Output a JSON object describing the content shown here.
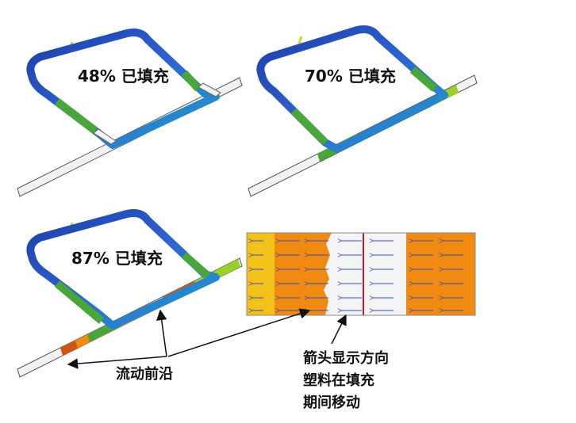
{
  "panels": [
    {
      "label": "48% 已填充",
      "fill_fraction": 0.48
    },
    {
      "label": "70% 已填充",
      "fill_fraction": 0.7
    },
    {
      "label": "87% 已填充",
      "fill_fraction": 0.87
    }
  ],
  "annotations": {
    "flow_front": "流动前沿",
    "arrow_line1": "箭头显示方向",
    "arrow_line2": "塑料在填充",
    "arrow_line3": "期间移动"
  },
  "colors": {
    "deep_blue": "#1b3fa8",
    "blue": "#2f62d2",
    "cyan": "#1ea7c8",
    "green": "#4aa63a",
    "yellow_green": "#9bcf2a",
    "yellow": "#f2c21a",
    "orange": "#f08a10",
    "red_orange": "#d0551a",
    "unfilled": "#f2f2f2",
    "outline": "#555555",
    "flow_arrow": "#3a4fb0",
    "front_line": "#c0202a"
  }
}
